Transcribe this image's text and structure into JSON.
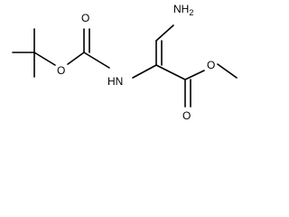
{
  "molecule": {
    "labels": {
      "amine_n": "NH",
      "amine_subscript": "2",
      "amide_nh": "HN",
      "carbamate_o_single": "O",
      "carbamate_o_double": "O",
      "ester_o_single": "O",
      "ester_o_double": "O"
    }
  }
}
